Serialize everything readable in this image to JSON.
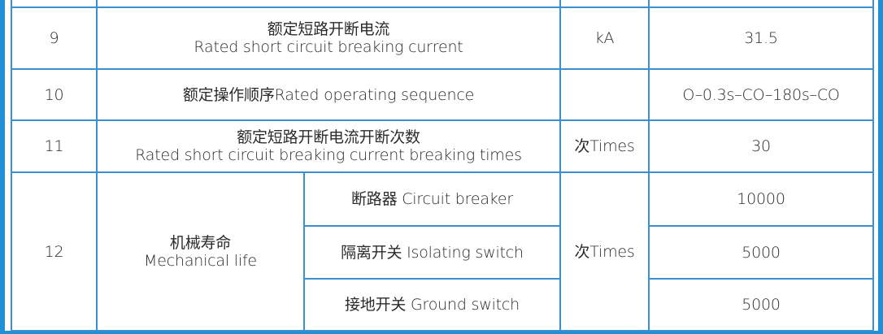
{
  "rows": [
    {
      "no": "9",
      "name_zh": "额定短路开断电流",
      "name_en": "Rated short circuit breaking current",
      "unit": "kA",
      "value": "31.5"
    },
    {
      "no": "10",
      "name": "额定操作顺序Rated operating sequence",
      "unit": "",
      "value": "O–0.3s–CO–180s–CO"
    },
    {
      "no": "11",
      "name_zh": "额定短路开断电流开断次数",
      "name_en": "Rated short circuit breaking current breaking times",
      "unit": "次Times",
      "value": "30"
    }
  ],
  "mechanical": {
    "no": "12",
    "name_zh": "机械寿命",
    "name_en": "Mechanical life",
    "unit": "次Times",
    "items": [
      {
        "label": "断路器 Circuit breaker",
        "value": "10000"
      },
      {
        "label": "隔离开关 Isolating switch",
        "value": "5000"
      },
      {
        "label": "接地开关 Ground switch",
        "value": "5000"
      }
    ]
  }
}
